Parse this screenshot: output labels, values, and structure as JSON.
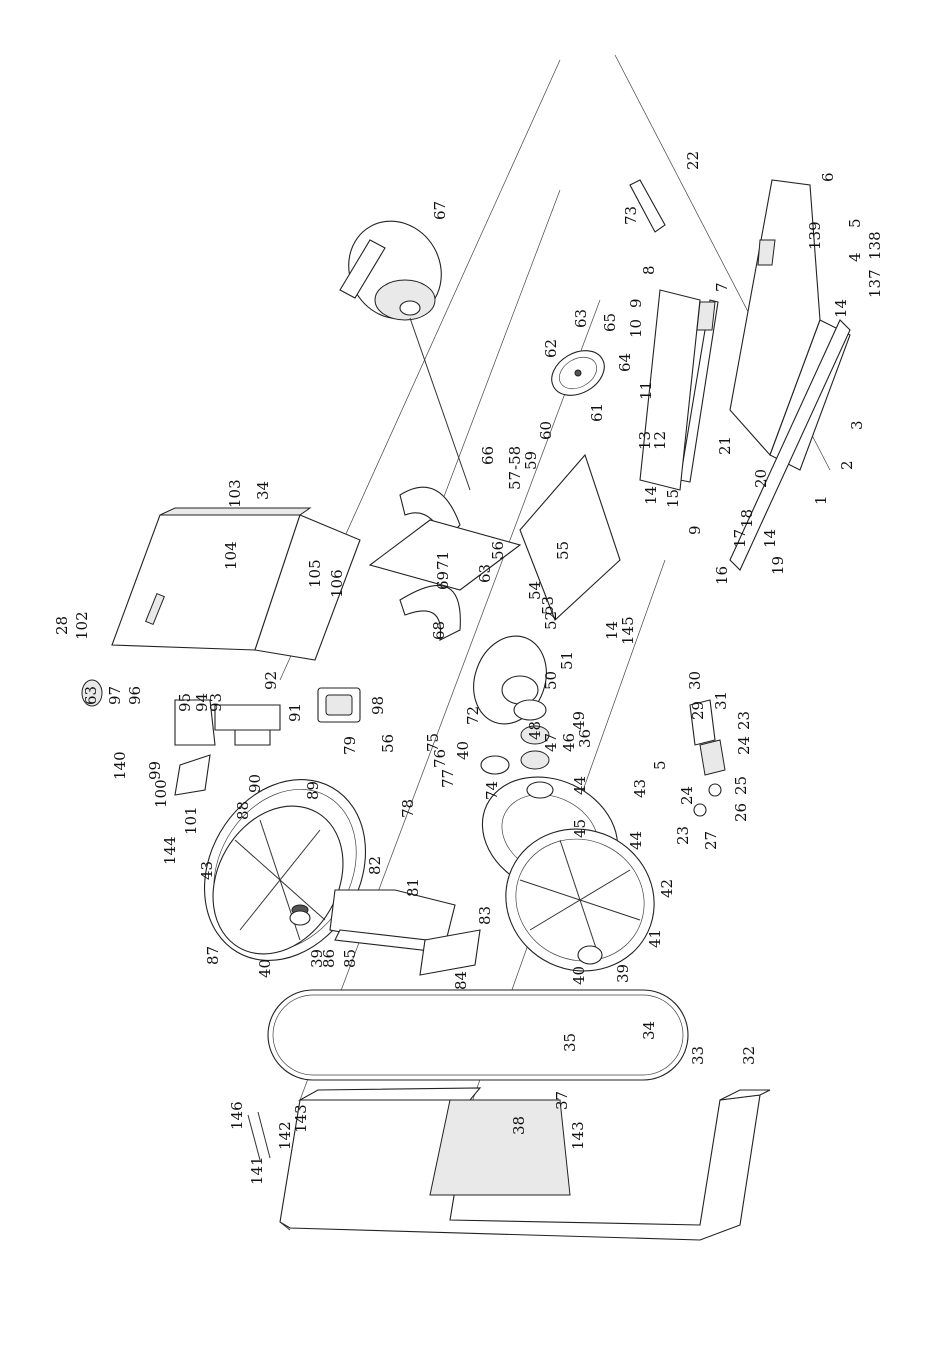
{
  "colors": {
    "ink": "#111111",
    "paper": "#ffffff"
  },
  "labels": {
    "p1": "1",
    "p2": "2",
    "p3": "3",
    "p4": "4",
    "p5": "5",
    "p5b": "5",
    "p6": "6",
    "p7": "7",
    "p8": "8",
    "p9": "9",
    "p9b": "9",
    "p10": "10",
    "p11": "11",
    "p12": "12",
    "p13": "13",
    "p14": "14",
    "p14b": "14",
    "p14c": "14",
    "p14d": "14",
    "p15": "15",
    "p16": "16",
    "p17": "17",
    "p18": "18",
    "p19": "19",
    "p20": "20",
    "p21": "21",
    "p22": "22",
    "p23": "23",
    "p23b": "23",
    "p24": "24",
    "p24b": "24",
    "p25": "25",
    "p26": "26",
    "p27": "27",
    "p28": "28",
    "p29": "29",
    "p30": "30",
    "p31": "31",
    "p32": "32",
    "p33": "33",
    "p34": "34",
    "p34b": "34",
    "p35": "35",
    "p36": "36",
    "p37": "37",
    "p38": "38",
    "p39": "39",
    "p39b": "39",
    "p40": "40",
    "p40b": "40",
    "p40c": "40",
    "p41": "41",
    "p42": "42",
    "p43": "43",
    "p43b": "43",
    "p44": "44",
    "p44b": "44",
    "p45": "45",
    "p46": "46",
    "p47": "47",
    "p48": "48",
    "p49": "49",
    "p50": "50",
    "p51": "51",
    "p52": "52",
    "p53": "53",
    "p54": "54",
    "p55": "55",
    "p56": "56",
    "p56b": "56",
    "p57": "57",
    "p58": "-58",
    "p59": "59",
    "p60": "60",
    "p61": "61",
    "p62": "62",
    "p63": "63",
    "p63b": "63",
    "p63c": "63",
    "p64": "64",
    "p65": "65",
    "p66": "66",
    "p67": "67",
    "p68": "68",
    "p69": "69",
    "p71": "71",
    "p72": "72",
    "p73": "73",
    "p74": "74",
    "p75": "75",
    "p76": "76",
    "p77": "77",
    "p78": "78",
    "p79": "79",
    "p81": "81",
    "p82": "82",
    "p83": "83",
    "p84": "84",
    "p85": "85",
    "p86": "86",
    "p87": "87",
    "p88": "88",
    "p89": "89",
    "p90": "90",
    "p91": "91",
    "p92": "92",
    "p93": "93",
    "p94": "94",
    "p95": "95",
    "p96": "96",
    "p97": "97",
    "p98": "98",
    "p99": "99",
    "p100": "100",
    "p101": "101",
    "p102": "102",
    "p103": "103",
    "p104": "104",
    "p105": "105",
    "p106": "106",
    "p137": "137",
    "p138": "138",
    "p139": "139",
    "p140": "140",
    "p141": "141",
    "p142": "142",
    "p143": "143",
    "p143b": "143",
    "p144": "144",
    "p145": "145",
    "p146": "146"
  }
}
